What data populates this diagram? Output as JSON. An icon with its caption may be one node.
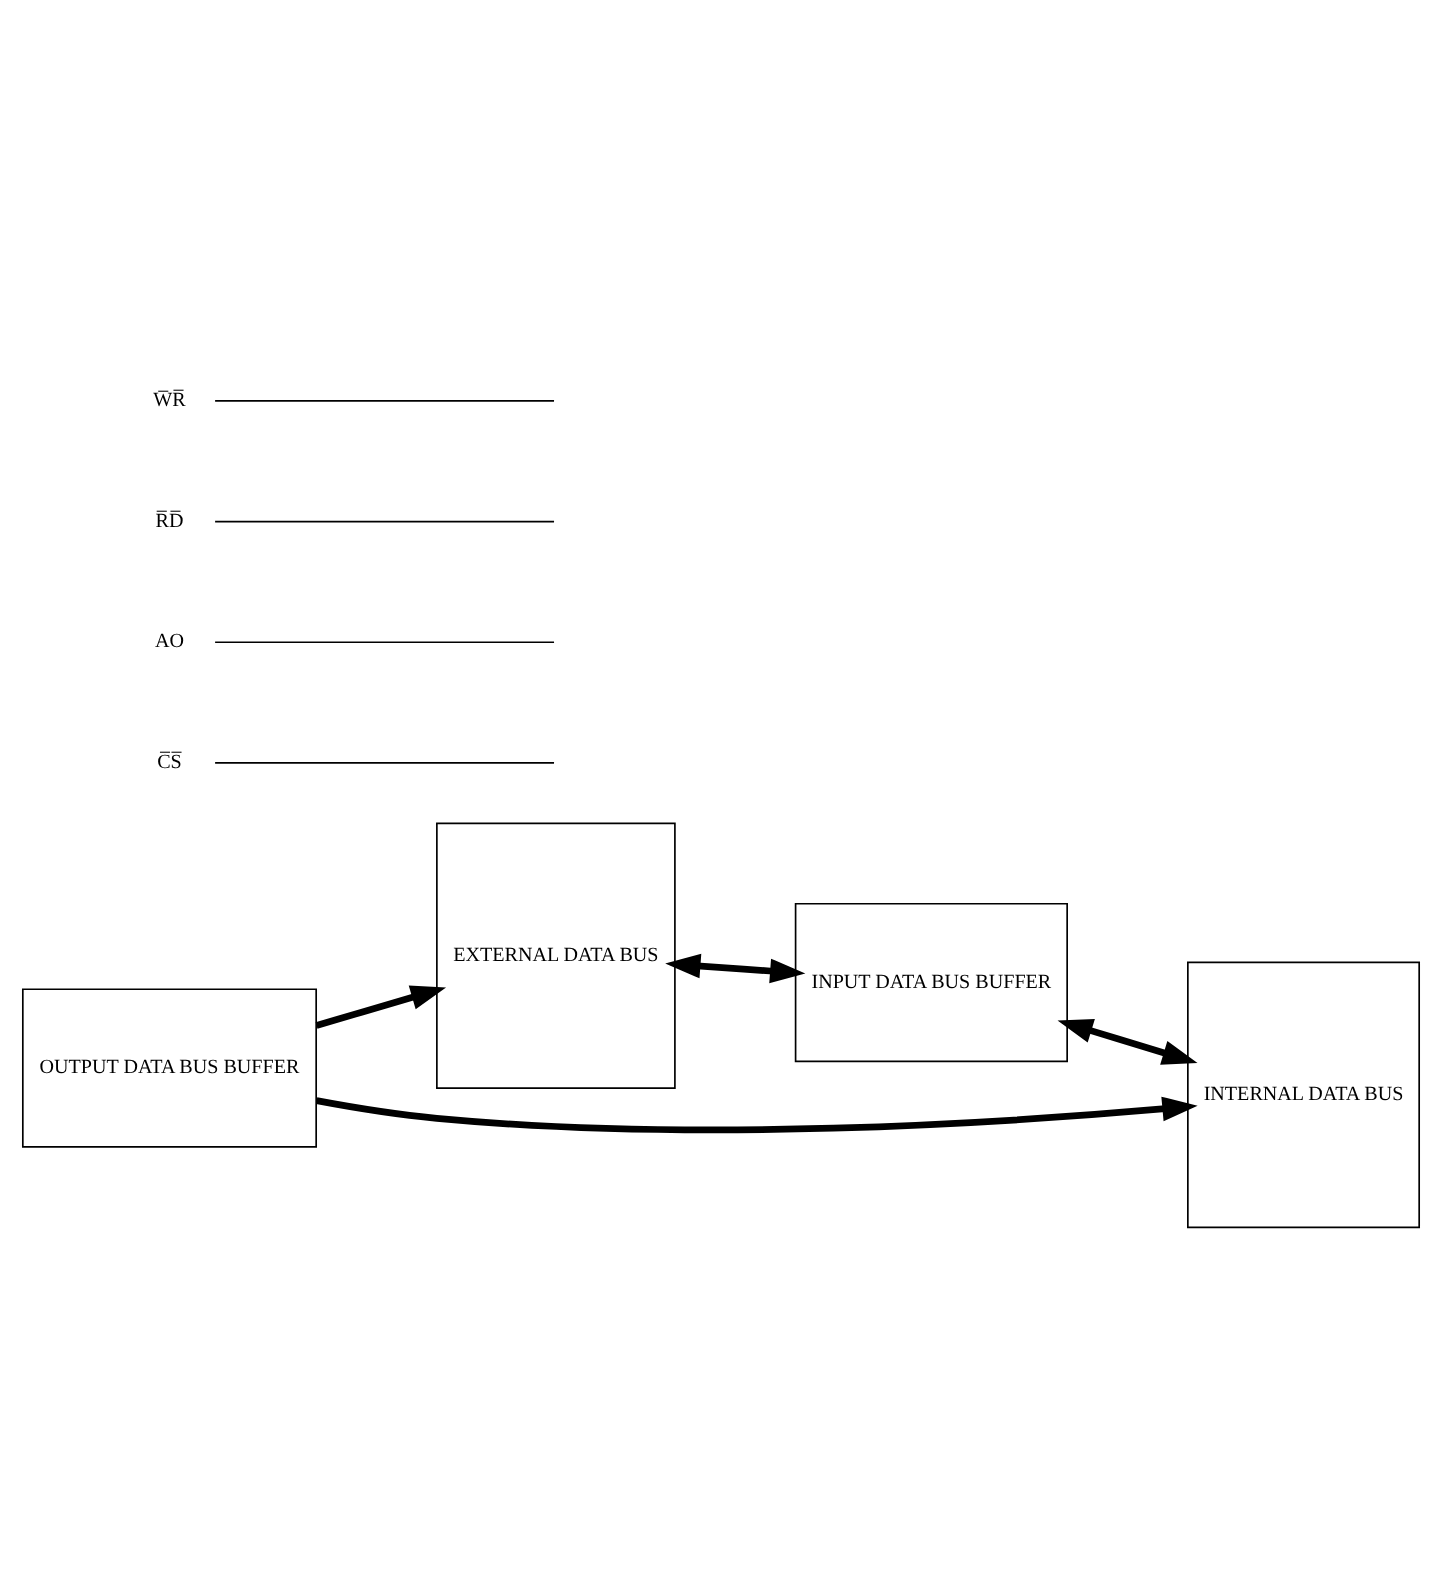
{
  "diagram": {
    "nodes": [
      {
        "text": [
          "EXTERNAL DATA BUS"
        ]
      },
      {
        "text": [
          "INPUT DATA BUS BUFFER"
        ]
      },
      {
        "text": [
          "OUTPUT DATA BUS BUFFER"
        ]
      },
      {
        "text": [
          "INTERNAL DATA BUS"
        ]
      },
      {
        "text": [
          "C̅S̅"
        ]
      },
      {
        "text": [
          "AO"
        ]
      },
      {
        "text": [
          "R̅D̅"
        ]
      },
      {
        "text": [
          "W̅R̅"
        ]
      }
    ],
    "edges": [
      {
        "from": 0,
        "to": 1,
        "arrow": "both",
        "style": "thick"
      },
      {
        "from": 2,
        "to": 0,
        "arrow": "to",
        "style": "thick"
      },
      {
        "from": 1,
        "to": 3,
        "arrow": "both",
        "style": "thick"
      },
      {
        "from": 2,
        "to": 3,
        "arrow": "to",
        "style": "thick"
      },
      {
        "from": 4,
        "to": null,
        "arrow": "none"
      },
      {
        "from": 5,
        "to": null,
        "arrow": "none"
      },
      {
        "from": 6,
        "to": null,
        "arrow": "none"
      },
      {
        "from": 7,
        "to": null,
        "arrow": "none"
      }
    ]
  }
}
